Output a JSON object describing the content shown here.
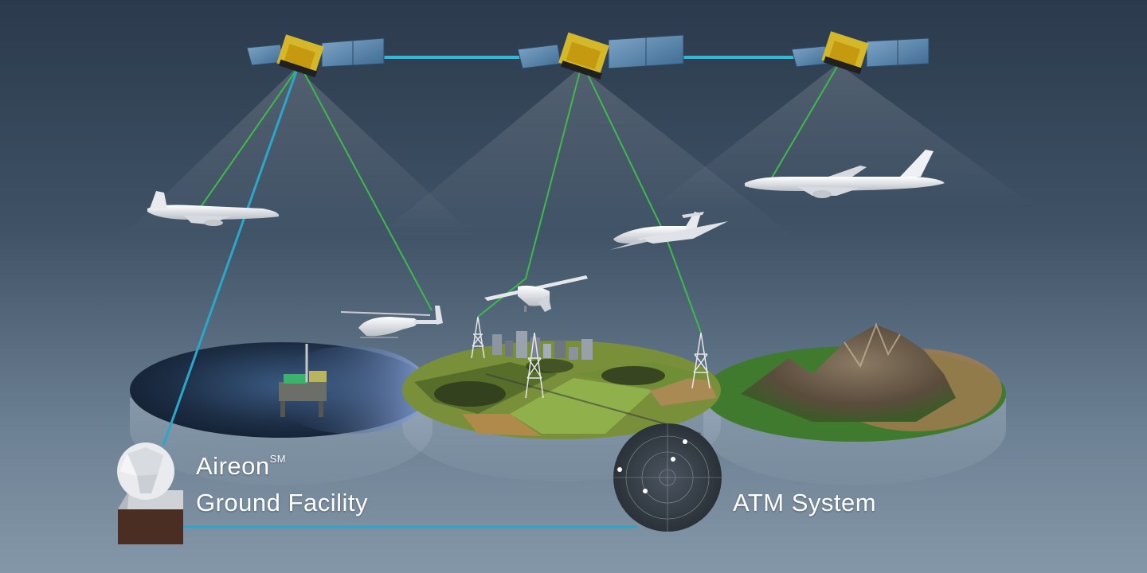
{
  "labels": {
    "ground_facility_line1": "Aireon",
    "ground_facility_superscript": "SM",
    "ground_facility_line2": "Ground Facility",
    "atm_system": "ATM System"
  },
  "colors": {
    "crosslink": "#2fb8d8",
    "downlink_green": "#3dbb4a",
    "ground_link": "#2aa7c9",
    "background_top": "#2b3a4c",
    "background_bottom": "#8497a8"
  },
  "nodes": {
    "satellites": [
      "satellite-left",
      "satellite-center",
      "satellite-right"
    ],
    "aircraft": [
      "airliner-left",
      "helicopter",
      "cessna",
      "business-jet",
      "airliner-right"
    ],
    "terrain": [
      "ocean-disk",
      "farmland-city-disk",
      "mountain-disk"
    ],
    "ground": [
      "aireon-ground-facility",
      "atm-radar-display"
    ]
  }
}
